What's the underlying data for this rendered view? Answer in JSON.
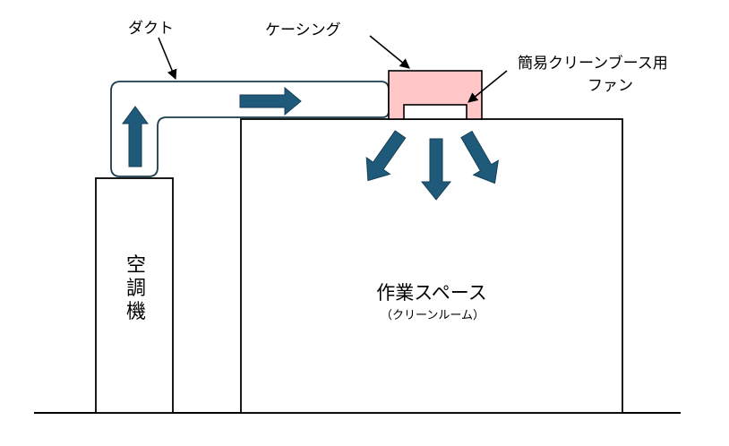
{
  "labels": {
    "duct": "ダクト",
    "casing": "ケーシング",
    "fan_line1": "簡易クリーンブース用",
    "fan_line2": "ファン",
    "workspace": "作業スペース",
    "workspace_sub": "（クリーンルーム）",
    "ac_chars": [
      "空",
      "調",
      "機"
    ]
  },
  "colors": {
    "outline": "#000000",
    "duct_stroke": "#1b3a4b",
    "arrow_fill": "#1f5a7a",
    "arrow_stroke": "#163f57",
    "casing_fill": "#ffc7c7",
    "background": "#ffffff"
  }
}
